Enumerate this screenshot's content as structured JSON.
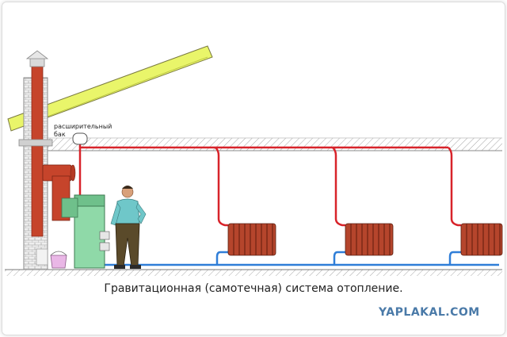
{
  "labels": {
    "expansion_tank_line1": "расширительный",
    "expansion_tank_line2": "бак",
    "caption": "Гравитационная (самотечная) система отопление.",
    "watermark": "YAPLAKAL.COM"
  },
  "colors": {
    "supply_pipe": "#d8232a",
    "return_pipe": "#2f7ed8",
    "boiler": "#8fd9a8",
    "radiator": "#b5452c",
    "roof": "#e9f56a",
    "chimney": "#c6442b",
    "wall": "#9a9a9a",
    "watermark": "#4a7aa8"
  }
}
